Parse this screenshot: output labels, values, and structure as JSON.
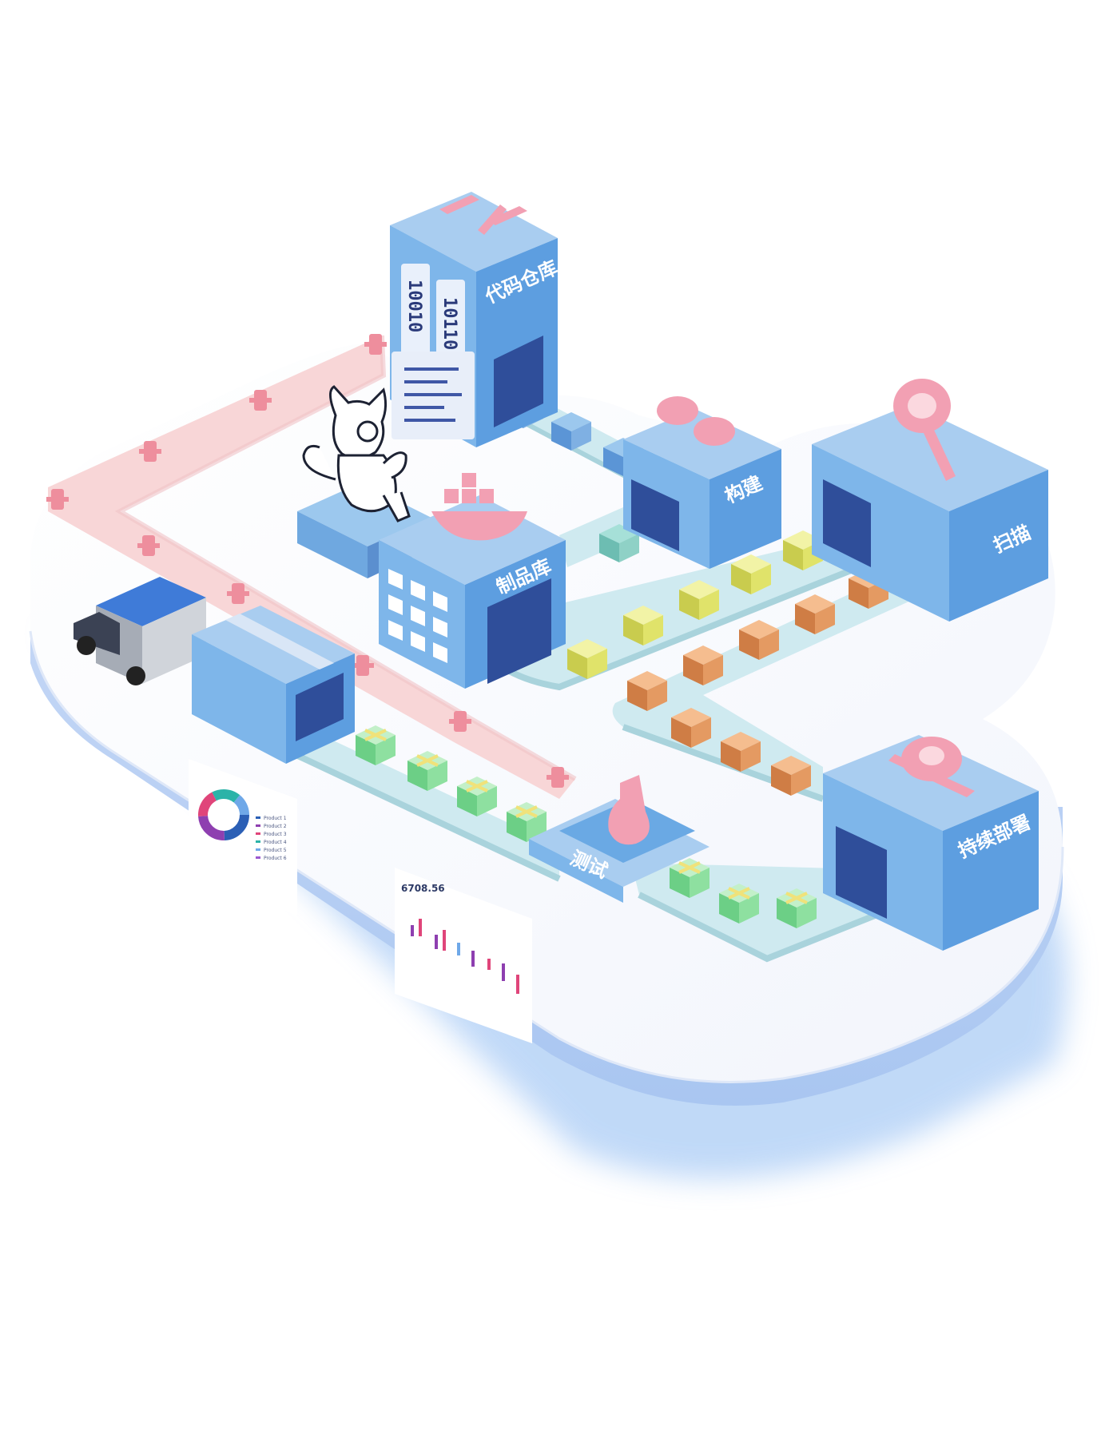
{
  "stations": {
    "repo": "代码仓库",
    "build": "构建",
    "scan": "扫描",
    "artifact": "制品库",
    "test": "测试",
    "deploy": "持续部署"
  },
  "code_bits": [
    "10010",
    "10110"
  ],
  "dashboard": {
    "value": "6708.56",
    "legend": [
      "Product 1",
      "Product 2",
      "Product 3",
      "Product 4",
      "Product 5",
      "Product 6"
    ],
    "legend_colors": [
      "#2b5fb5",
      "#8e3fb0",
      "#e0457a",
      "#2bb3a8",
      "#6fa8e8",
      "#9b59d0"
    ]
  },
  "colors": {
    "platform": "#c9dbf7",
    "station_blue": "#6aa9e4",
    "pink_accent": "#f2a0b3",
    "belt": "#cfeaf0",
    "yellow_box": "#e8ec7a",
    "orange_box": "#e69a5f",
    "gift_green": "#8ee0a0"
  }
}
